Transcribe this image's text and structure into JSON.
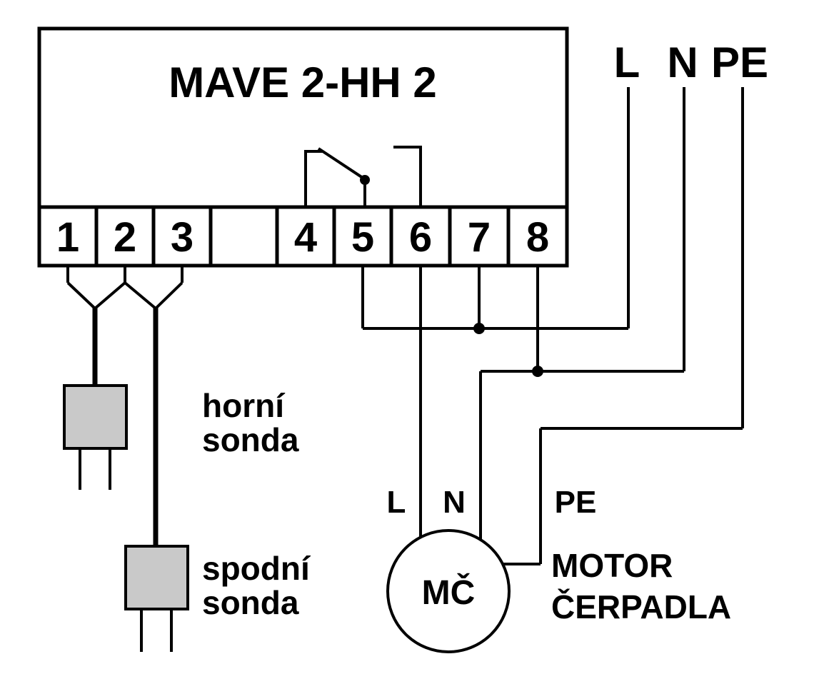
{
  "device": {
    "title": "MAVE 2-HH 2"
  },
  "terminals": {
    "labels": [
      "1",
      "2",
      "3",
      "",
      "4",
      "5",
      "6",
      "7",
      "8"
    ]
  },
  "supply": {
    "l": "L",
    "n": "N",
    "pe": "PE"
  },
  "probes": {
    "upper": {
      "line1": "horní",
      "line2": "sonda"
    },
    "lower": {
      "line1": "spodní",
      "line2": "sonda"
    }
  },
  "motor": {
    "label": "MČ",
    "l": "L",
    "n": "N",
    "pe": "PE",
    "caption_line1": "MOTOR",
    "caption_line2": "ČERPADLA"
  },
  "colors": {
    "line": "#000000",
    "probe_fill": "#c9c9c9",
    "background": "#ffffff"
  }
}
